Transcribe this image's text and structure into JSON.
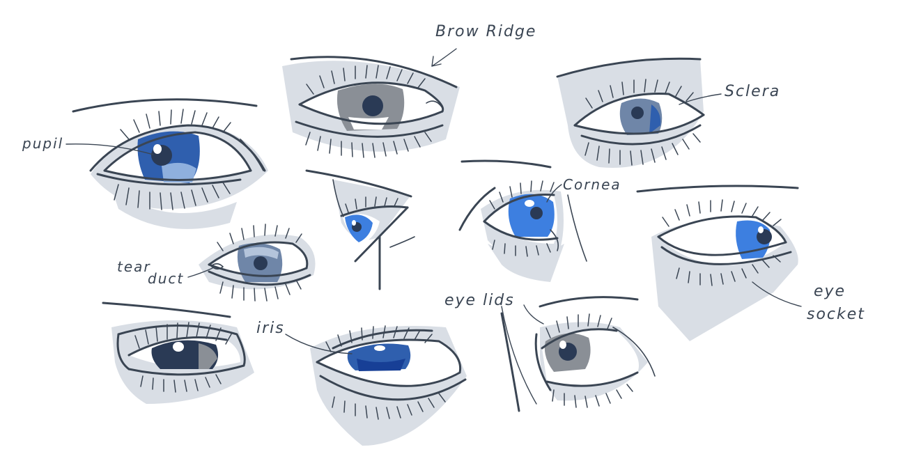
{
  "labels": {
    "brow_ridge": "Brow Ridge",
    "sclera": "Sclera",
    "pupil": "pupil",
    "cornea": "Cornea",
    "tear_line1": "tear",
    "tear_line2": "duct",
    "eyelids": "eye lids",
    "iris": "iris",
    "socket_line1": "eye",
    "socket_line2": "socket"
  },
  "colors": {
    "ink": "#3a4553",
    "shade": "#d9dee5",
    "iris_blue_dark": "#2f5fae",
    "iris_blue_bright": "#3d7fe0",
    "iris_grey": "#8a8f96",
    "iris_slate": "#6f86a8"
  }
}
